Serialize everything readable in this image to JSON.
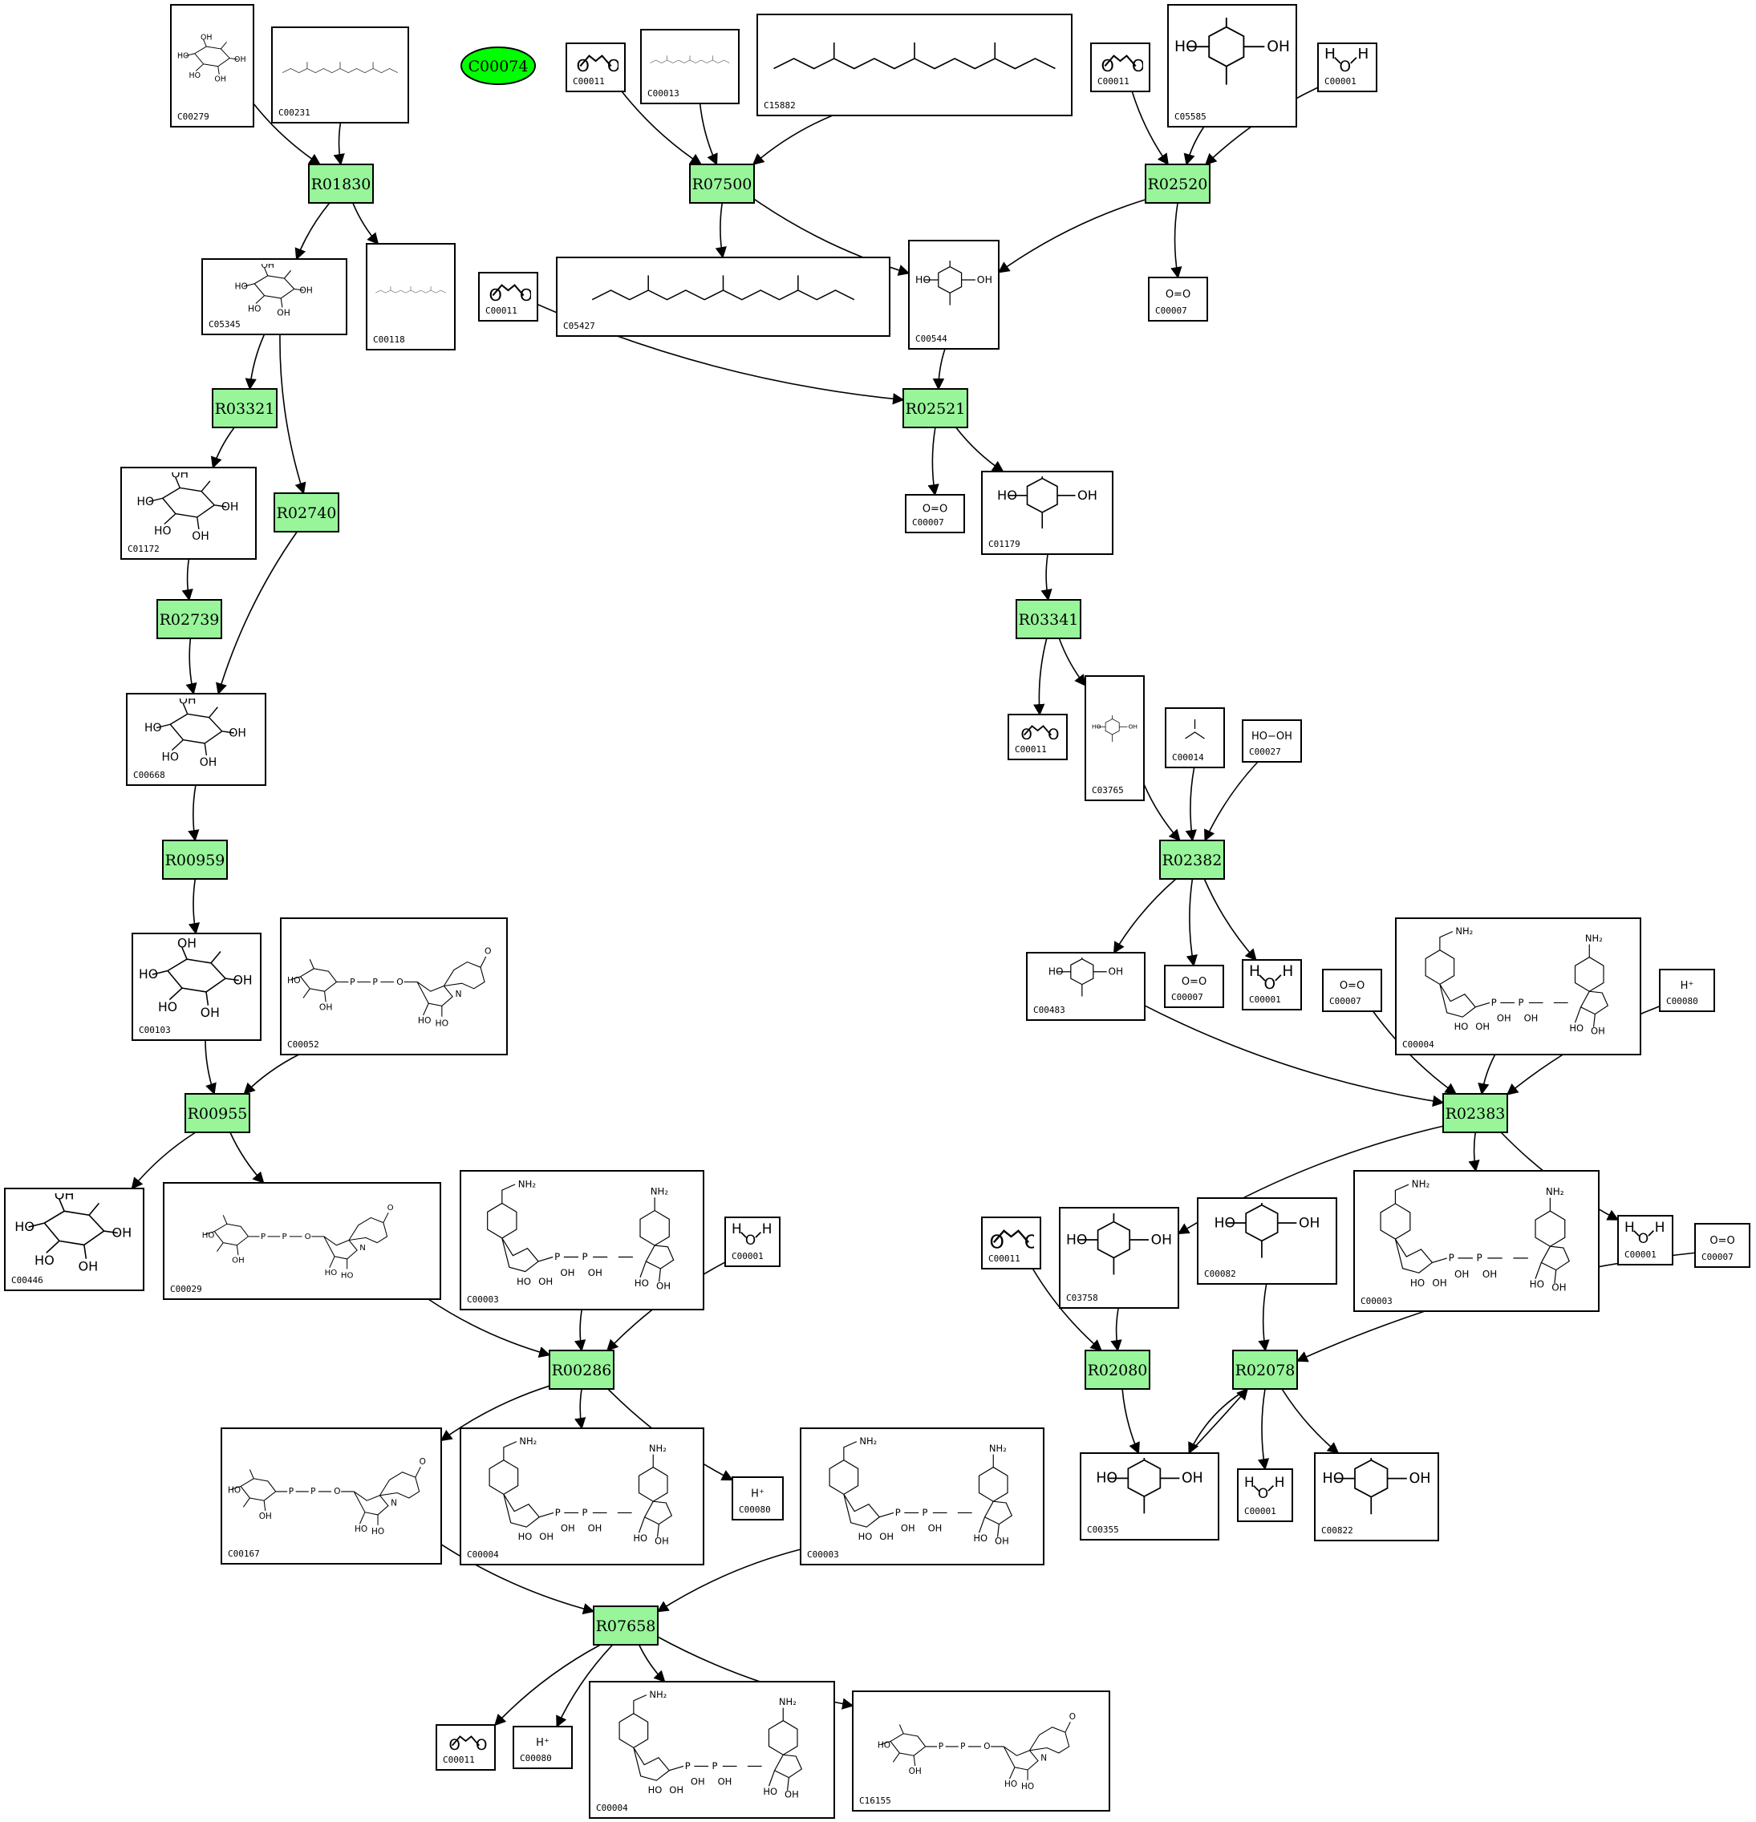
{
  "legend": {
    "compound_node": "C00074"
  },
  "reactions": {
    "R01830": "R01830",
    "R07500": "R07500",
    "R02520": "R02520",
    "R03321": "R03321",
    "R02740": "R02740",
    "R02521": "R02521",
    "R02739": "R02739",
    "R03341": "R03341",
    "R00959": "R00959",
    "R02382": "R02382",
    "R00955": "R00955",
    "R02383": "R02383",
    "R00286": "R00286",
    "R02080": "R02080",
    "R02078": "R02078",
    "R07658": "R07658"
  },
  "compounds": {
    "c00279": "C00279",
    "c00231": "C00231",
    "c00011_a": "C00011",
    "c00013": "C00013",
    "c15882": "C15882",
    "c00011_b": "C00011",
    "c05585": "C05585",
    "c00001_a": "C00001",
    "c05345": "C05345",
    "c00118": "C00118",
    "c00011_c": "C00011",
    "c05427": "C05427",
    "c00544": "C00544",
    "c00007_a": "C00007",
    "c01172": "C01172",
    "c00007_b": "C00007",
    "c01179": "C01179",
    "c00668": "C00668",
    "c00011_d": "C00011",
    "c03765": "C03765",
    "c00014": "C00014",
    "c00027": "C00027",
    "c00103": "C00103",
    "c00052": "C00052",
    "c00483": "C00483",
    "c00007_c": "C00007",
    "c00001_b": "C00001",
    "c00007_d": "C00007",
    "c00004_a": "C00004",
    "c00080_a": "C00080",
    "c00446": "C00446",
    "c00029": "C00029",
    "c00003_a": "C00003",
    "c00001_c": "C00001",
    "c00011_e": "C00011",
    "c03758": "C03758",
    "c00082": "C00082",
    "c00003_b": "C00003",
    "c00001_d": "C00001",
    "c00007_e": "C00007",
    "c00167": "C00167",
    "c00004_b": "C00004",
    "c00080_b": "C00080",
    "c00003_c": "C00003",
    "c00355": "C00355",
    "c00001_e": "C00001",
    "c00822": "C00822",
    "c00011_f": "C00011",
    "c00080_c": "C00080",
    "c00004_c": "C00004",
    "c16155": "C16155"
  },
  "formulas": {
    "o_eq_o": "O=O",
    "hydrogen_ion": "H⁺",
    "hydrogen_peroxide": "HO−OH"
  },
  "colors": {
    "reaction_fill": "#98f59a",
    "legend_fill": "#00ff00",
    "stroke": "#000000",
    "background": "#ffffff"
  }
}
